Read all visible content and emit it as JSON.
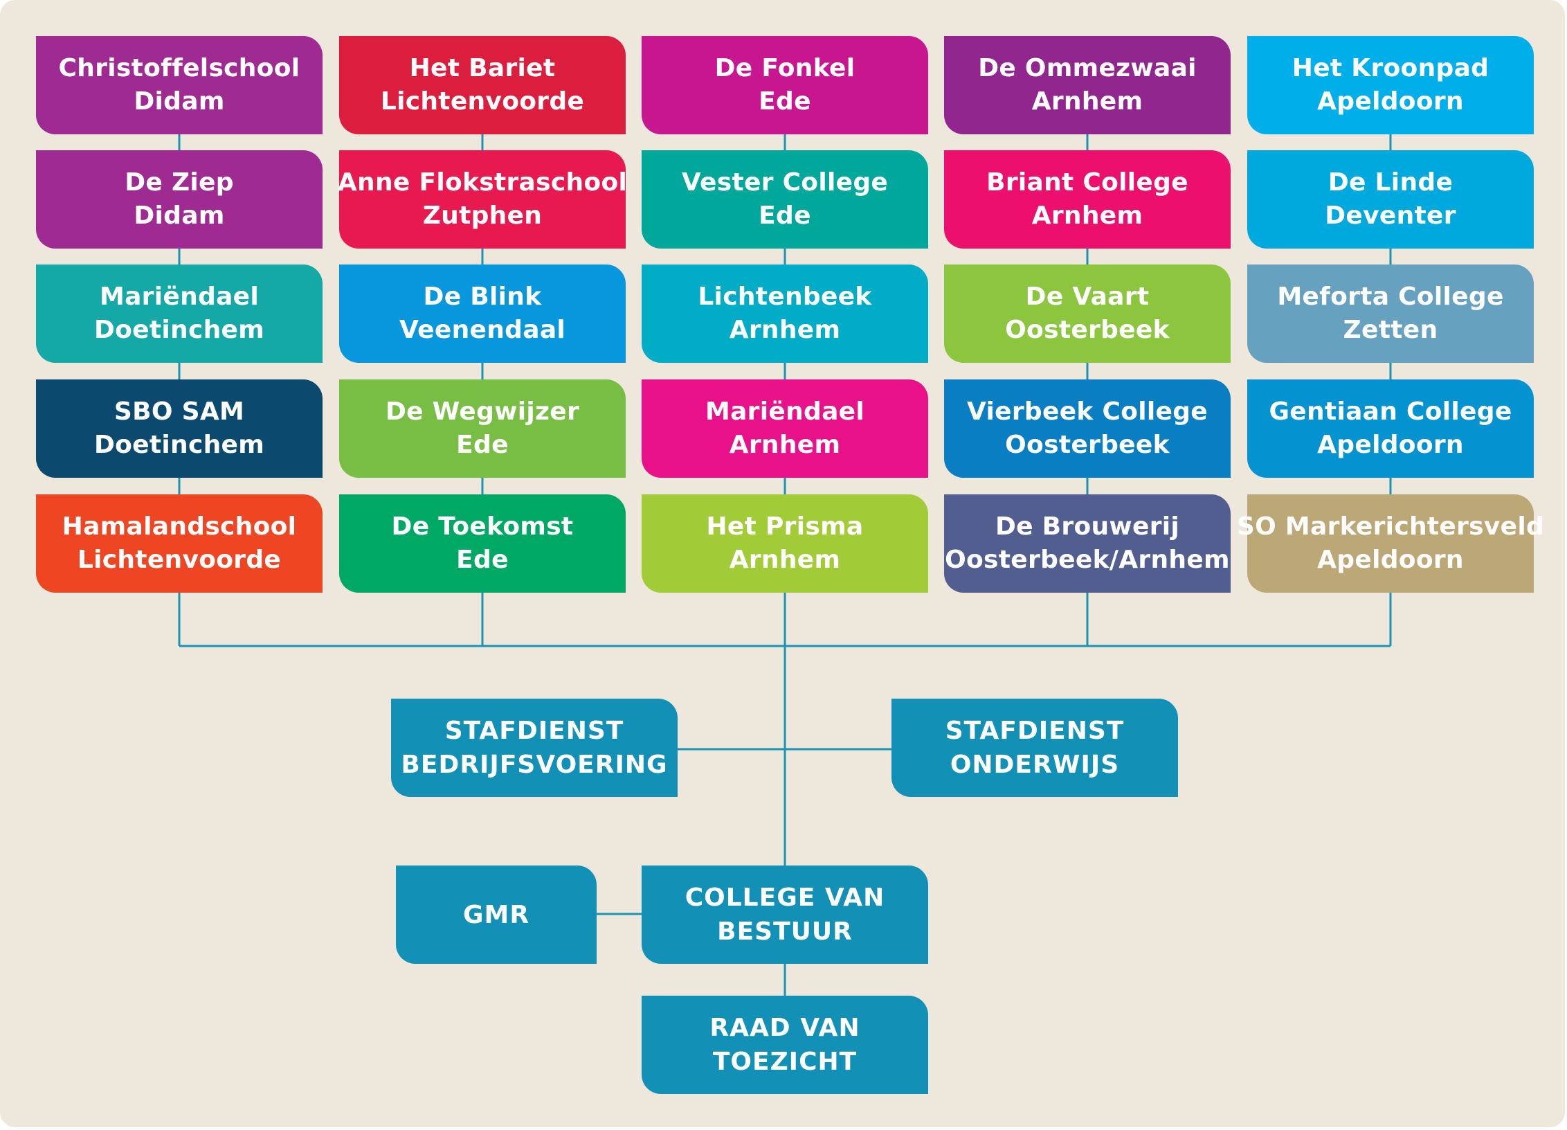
{
  "colors": {
    "background": "#EDE7DC",
    "line": "#1A93B4",
    "org_box": "#1290B5"
  },
  "columns": [
    [
      {
        "name": "Christoffelschool",
        "city": "Didam",
        "color": "#9E2A92"
      },
      {
        "name": "De Ziep",
        "city": "Didam",
        "color": "#9E2A92"
      },
      {
        "name": "Mariëndael",
        "city": "Doetinchem",
        "color": "#14A8A6"
      },
      {
        "name": "SBO SAM",
        "city": "Doetinchem",
        "color": "#0B4A6E"
      },
      {
        "name": "Hamalandschool",
        "city": "Lichtenvoorde",
        "color": "#EE4523"
      }
    ],
    [
      {
        "name": "Het Bariet",
        "city": "Lichtenvoorde",
        "color": "#DB1E3E"
      },
      {
        "name": "Anne Flokstraschool",
        "city": "Zutphen",
        "color": "#E8194F"
      },
      {
        "name": "De Blink",
        "city": "Veenendaal",
        "color": "#0896DC"
      },
      {
        "name": "De Wegwijzer",
        "city": "Ede",
        "color": "#78BE44"
      },
      {
        "name": "De Toekomst",
        "city": "Ede",
        "color": "#00A865"
      }
    ],
    [
      {
        "name": "De Fonkel",
        "city": "Ede",
        "color": "#C7168F"
      },
      {
        "name": "Vester College",
        "city": "Ede",
        "color": "#00A89B"
      },
      {
        "name": "Lichtenbeek",
        "city": "Arnhem",
        "color": "#00ACC6"
      },
      {
        "name": "Mariëndael",
        "city": "Arnhem",
        "color": "#E8118A"
      },
      {
        "name": "Het Prisma",
        "city": "Arnhem",
        "color": "#A2CB38"
      }
    ],
    [
      {
        "name": "De Ommezwaai",
        "city": "Arnhem",
        "color": "#91268E"
      },
      {
        "name": "Briant College",
        "city": "Arnhem",
        "color": "#EC0F6E"
      },
      {
        "name": "De Vaart",
        "city": "Oosterbeek",
        "color": "#8CC63F"
      },
      {
        "name": "Vierbeek College",
        "city": "Oosterbeek",
        "color": "#0A7EC2"
      },
      {
        "name": "De Brouwerij",
        "city": "Oosterbeek/Arnhem",
        "color": "#525E8F"
      }
    ],
    [
      {
        "name": "Het Kroonpad",
        "city": "Apeldoorn",
        "color": "#00AEEA"
      },
      {
        "name": "De Linde",
        "city": "Deventer",
        "color": "#00A9DD"
      },
      {
        "name": "Meforta College",
        "city": "Zetten",
        "color": "#66A2BF"
      },
      {
        "name": "Gentiaan College",
        "city": "Apeldoorn",
        "color": "#0592D1"
      },
      {
        "name": "SO Markerichtersveld",
        "city": "Apeldoorn",
        "color": "#BBA876"
      }
    ]
  ],
  "staff": {
    "left": [
      "STAFDIENST",
      "BEDRIJFSVOERING"
    ],
    "right": [
      "STAFDIENST",
      "ONDERWIJS"
    ]
  },
  "governance": {
    "gmr": [
      "GMR"
    ],
    "board": [
      "COLLEGE VAN",
      "BESTUUR"
    ],
    "supervisory": [
      "RAAD VAN",
      "TOEZICHT"
    ]
  }
}
